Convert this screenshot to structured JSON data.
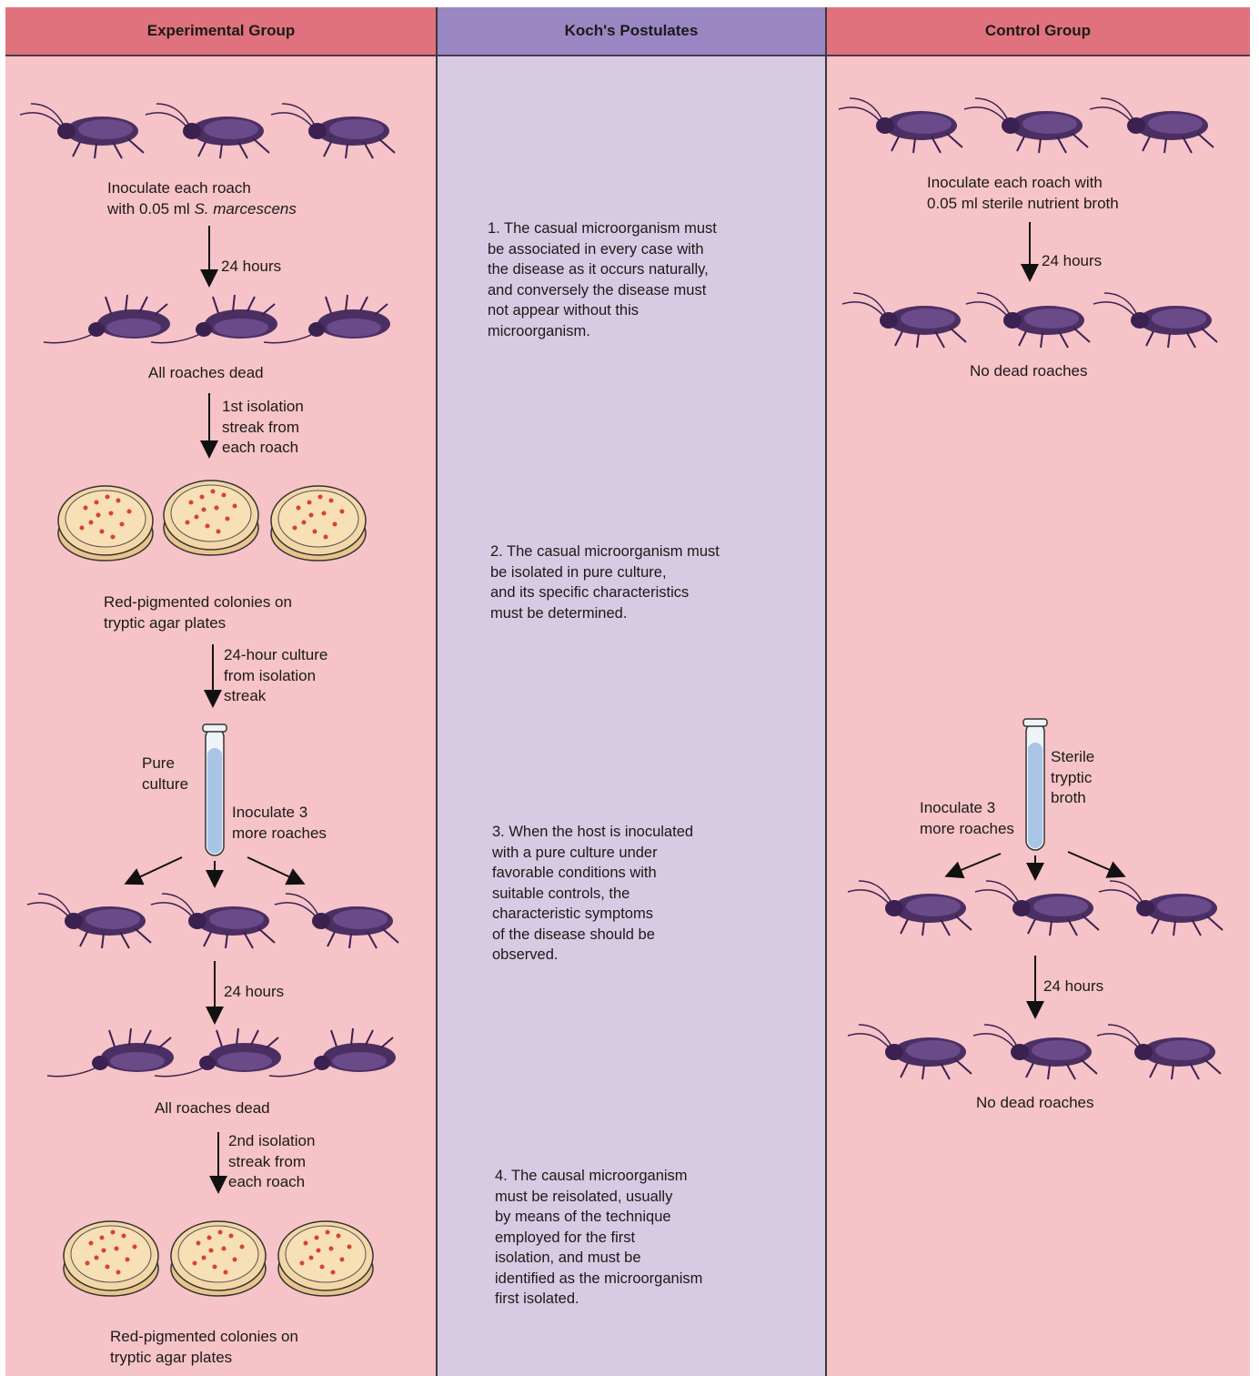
{
  "headers": {
    "experimental": "Experimental Group",
    "koch": "Koch's Postulates",
    "control": "Control Group"
  },
  "experimental": {
    "inoculate_line1": "Inoculate each roach",
    "inoculate_line2_prefix": "with 0.05 ml ",
    "inoculate_species": "S. marcescens",
    "hours_1": "24 hours",
    "dead_1": "All roaches dead",
    "isolation_1": "1st isolation\nstreak from\neach roach",
    "colonies_1": "Red-pigmented colonies on\ntryptic agar plates",
    "culture_24h": "24-hour culture\nfrom isolation\nstreak",
    "pure_culture": "Pure\nculture",
    "inoculate_3": "Inoculate 3\nmore roaches",
    "hours_2": "24 hours",
    "dead_2": "All roaches dead",
    "isolation_2": "2nd isolation\nstreak from\neach roach",
    "colonies_2": "Red-pigmented colonies on\ntryptic agar plates"
  },
  "koch": {
    "step1": "1.  The casual microorganism must\n     be associated in every case with\n     the disease as it occurs naturally,\n     and conversely the disease must\n     not appear without this\n     microorganism.",
    "step2": "2.  The casual microorganism must\n     be isolated in pure culture,\n     and its specific characteristics\n     must be determined.",
    "step3": "3.  When the host is inoculated\n     with a pure culture under\n     favorable conditions with\n     suitable controls, the\n     characteristic symptoms\n     of the disease should be\n     observed.",
    "step4": "4.  The causal microorganism\n     must be reisolated, usually\n     by means of the technique\n     employed for the first\n     isolation, and must be\n     identified as the microorganism\n     first isolated."
  },
  "control": {
    "inoculate": "Inoculate each roach with\n0.05 ml sterile nutrient broth",
    "hours_1": "24 hours",
    "alive_1": "No dead roaches",
    "sterile_broth": "Sterile\ntryptic\nbroth",
    "inoculate_3": "Inoculate 3\nmore roaches",
    "hours_2": "24 hours",
    "alive_2": "No dead roaches"
  },
  "colors": {
    "side_columns": "#f6c3c8",
    "middle_column": "#d7cbe3",
    "side_header": "#e0727e",
    "middle_header": "#9a86c2",
    "roach": "#4b2f63",
    "agar": "#f4d7a8",
    "colony": "#d9412f",
    "broth": "#a9c4e4"
  }
}
